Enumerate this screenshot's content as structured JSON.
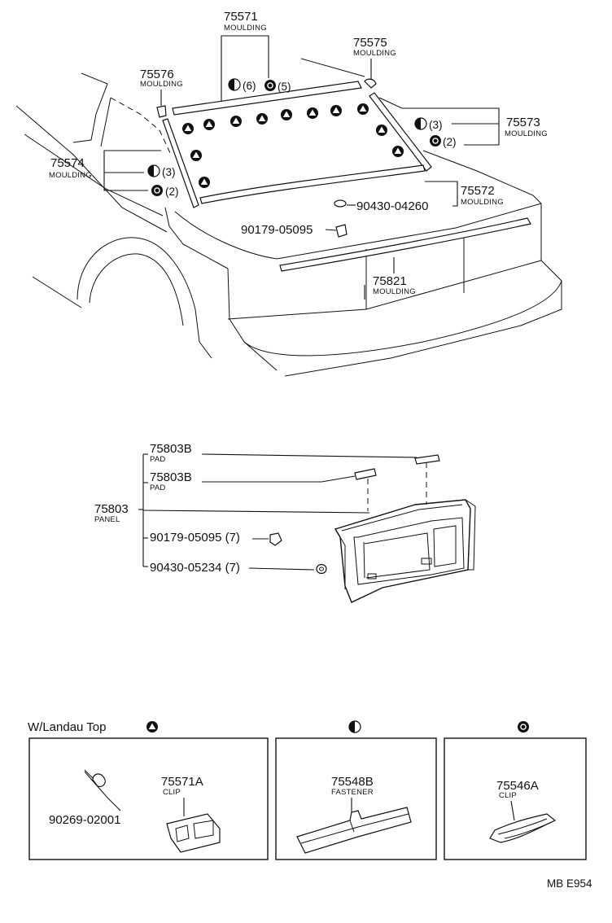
{
  "diagram": {
    "callouts": [
      {
        "id": "75571",
        "part_no": "75571",
        "name": "MOULDING"
      },
      {
        "id": "75575",
        "part_no": "75575",
        "name": "MOULDING"
      },
      {
        "id": "75576",
        "part_no": "75576",
        "name": "MOULDING"
      },
      {
        "id": "75573",
        "part_no": "75573",
        "name": "MOULDING"
      },
      {
        "id": "75574",
        "part_no": "75574",
        "name": "MOULDING"
      },
      {
        "id": "75572",
        "part_no": "75572",
        "name": "MOULDING"
      },
      {
        "id": "75821",
        "part_no": "75821",
        "name": "MOULDING"
      }
    ],
    "quantities": {
      "q_75571_half": "(6)",
      "q_75571_full": "(5)",
      "q_75573_half": "(3)",
      "q_75573_full": "(2)",
      "q_75574_half": "(3)",
      "q_75574_full": "(2)"
    },
    "fasteners": {
      "f1": "90430-04260",
      "f2": "90179-05095"
    },
    "panel_group": {
      "pad1_no": "75803B",
      "pad1_name": "PAD",
      "pad2_no": "75803B",
      "pad2_name": "PAD",
      "panel_no": "75803",
      "panel_name": "PANEL",
      "screw": "90179-05095 (7)",
      "nut": "90430-05234 (7)"
    },
    "legend": {
      "title": "W/Landau Top",
      "box1_part1": "90269-02001",
      "box1_part2_no": "75571A",
      "box1_part2_name": "CLIP",
      "box2_part_no": "75548B",
      "box2_part_name": "FASTENER",
      "box3_part_no": "75546A",
      "box3_part_name": "CLIP"
    },
    "code": "MB E954"
  }
}
